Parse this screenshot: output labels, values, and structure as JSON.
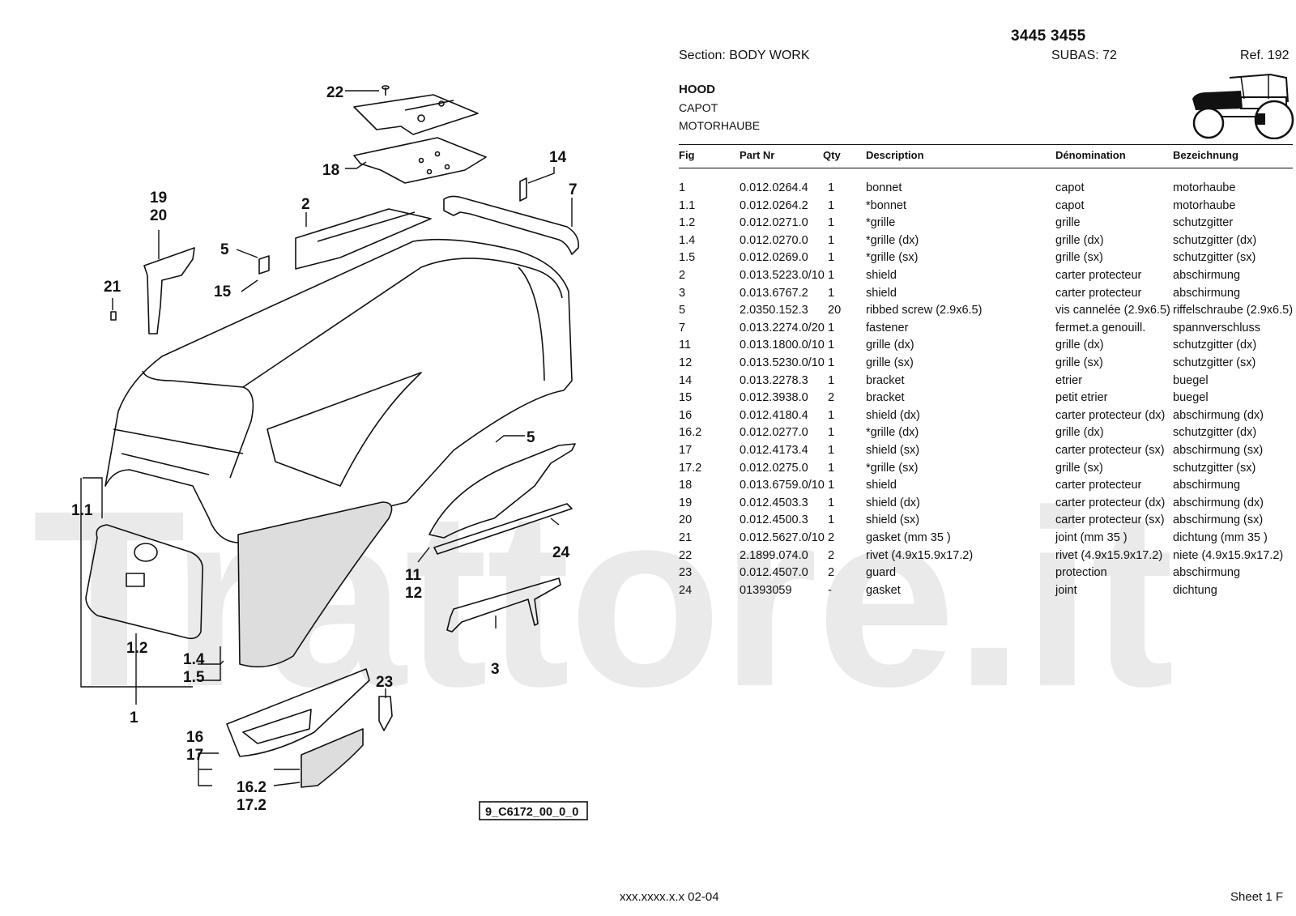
{
  "header": {
    "model": "3445 3455",
    "section": "Section: BODY  WORK",
    "subas": "SUBAS: 72",
    "ref": "Ref. 192"
  },
  "title": {
    "en": "HOOD",
    "fr": "CAPOT",
    "de": "MOTORHAUBE"
  },
  "table": {
    "headers": [
      "Fig",
      "Part Nr",
      "Qty",
      "Description",
      "Dénomination",
      "Bezeichnung"
    ],
    "rows": [
      [
        "1",
        "0.012.0264.4",
        "1",
        "bonnet",
        "capot",
        "motorhaube"
      ],
      [
        "1.1",
        "0.012.0264.2",
        "1",
        "*bonnet",
        "capot",
        "motorhaube"
      ],
      [
        "1.2",
        "0.012.0271.0",
        "1",
        "*grille",
        "grille",
        "schutzgitter"
      ],
      [
        "1.4",
        "0.012.0270.0",
        "1",
        "*grille (dx)",
        "grille (dx)",
        "schutzgitter (dx)"
      ],
      [
        "1.5",
        "0.012.0269.0",
        "1",
        "*grille (sx)",
        "grille (sx)",
        "schutzgitter (sx)"
      ],
      [
        "2",
        "0.013.5223.0/10",
        "1",
        "shield",
        "carter protecteur",
        "abschirmung"
      ],
      [
        "3",
        "0.013.6767.2",
        "1",
        "shield",
        "carter protecteur",
        "abschirmung"
      ],
      [
        "5",
        "2.0350.152.3",
        "20",
        "ribbed screw (2.9x6.5)",
        "vis cannelée  (2.9x6.5)",
        "riffelschraube (2.9x6.5)"
      ],
      [
        "7",
        "0.013.2274.0/20",
        "1",
        "fastener",
        "fermet.a genouill.",
        "spannverschluss"
      ],
      [
        "11",
        "0.013.1800.0/10",
        "1",
        "grille (dx)",
        "grille (dx)",
        "schutzgitter (dx)"
      ],
      [
        "12",
        "0.013.5230.0/10",
        "1",
        "grille (sx)",
        "grille (sx)",
        "schutzgitter (sx)"
      ],
      [
        "14",
        "0.013.2278.3",
        "1",
        "bracket",
        "etrier",
        "buegel"
      ],
      [
        "15",
        "0.012.3938.0",
        "2",
        "bracket",
        "petit etrier",
        "buegel"
      ],
      [
        "16",
        "0.012.4180.4",
        "1",
        "shield (dx)",
        "carter protecteur (dx)",
        "abschirmung (dx)"
      ],
      [
        "16.2",
        "0.012.0277.0",
        "1",
        "*grille (dx)",
        "grille (dx)",
        "schutzgitter (dx)"
      ],
      [
        "17",
        "0.012.4173.4",
        "1",
        "shield (sx)",
        "carter protecteur (sx)",
        "abschirmung (sx)"
      ],
      [
        "17.2",
        "0.012.0275.0",
        "1",
        "*grille (sx)",
        "grille (sx)",
        "schutzgitter (sx)"
      ],
      [
        "18",
        "0.013.6759.0/10",
        "1",
        "shield",
        "carter protecteur",
        "abschirmung"
      ],
      [
        "19",
        "0.012.4503.3",
        "1",
        "shield (dx)",
        "carter protecteur (dx)",
        "abschirmung (dx)"
      ],
      [
        "20",
        "0.012.4500.3",
        "1",
        "shield (sx)",
        "carter protecteur (sx)",
        "abschirmung (sx)"
      ],
      [
        "21",
        "0.012.5627.0/10",
        "2",
        "gasket (mm 35 )",
        "joint (mm 35 )",
        "dichtung (mm 35 )"
      ],
      [
        "22",
        "2.1899.074.0",
        "2",
        "rivet (4.9x15.9x17.2)",
        "rivet (4.9x15.9x17.2)",
        "niete (4.9x15.9x17.2)"
      ],
      [
        "23",
        "0.012.4507.0",
        "2",
        "guard",
        "protection",
        "abschirmung"
      ],
      [
        "24",
        "01393059",
        "-",
        "gasket",
        "joint",
        "dichtung"
      ]
    ]
  },
  "diagram": {
    "drawing_code": "9_C6172_00_0_0",
    "callouts": [
      "22",
      "18",
      "14",
      "7",
      "2",
      "19",
      "20",
      "5",
      "15",
      "21",
      "1.1",
      "5",
      "24",
      "11",
      "12",
      "1.2",
      "1.4",
      "1.5",
      "3",
      "1",
      "23",
      "16",
      "17",
      "16.2",
      "17.2"
    ]
  },
  "watermark": "Trattore.it",
  "footer": {
    "code": "xxx.xxxx.x.x  02-04",
    "sheet": "Sheet 1 F"
  }
}
